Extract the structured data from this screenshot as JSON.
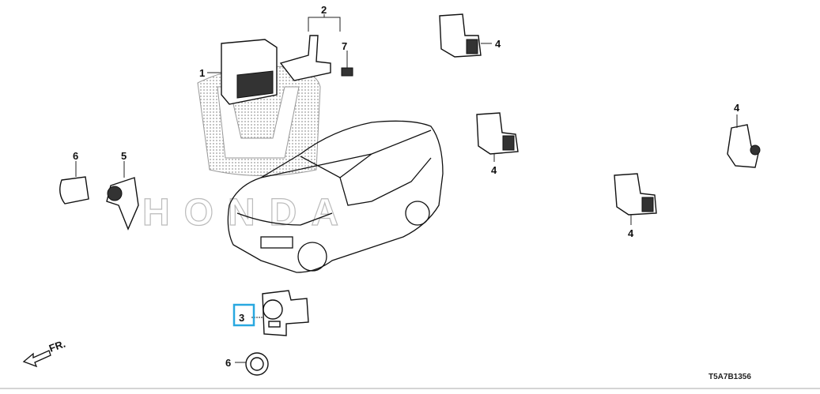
{
  "diagram": {
    "code": "T5A7B1356",
    "watermark": "HONDA",
    "front_indicator": "FR.",
    "highlight_color": "#29a8e0",
    "callouts": [
      {
        "id": "1",
        "part": "control-unit"
      },
      {
        "id": "2",
        "part": "bracket"
      },
      {
        "id": "7",
        "part": "bolt"
      },
      {
        "id": "4",
        "part": "sensor-top"
      },
      {
        "id": "4",
        "part": "sensor-mid-left"
      },
      {
        "id": "4",
        "part": "sensor-right"
      },
      {
        "id": "4",
        "part": "sensor-mid"
      },
      {
        "id": "6",
        "part": "retainer-left"
      },
      {
        "id": "5",
        "part": "sensor-left"
      },
      {
        "id": "3",
        "part": "parking-sensor",
        "highlighted": true
      },
      {
        "id": "6",
        "part": "retainer-bottom"
      }
    ]
  }
}
